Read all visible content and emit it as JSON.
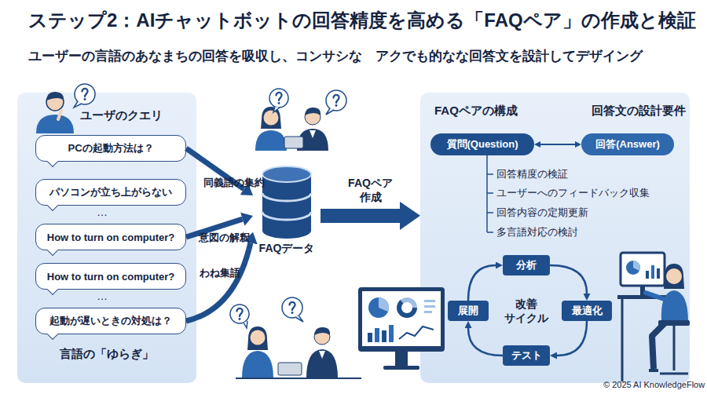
{
  "diagram": {
    "title": "ステップ2：AIチャットボットの回答精度を高める「FAQペア」の作成と検証",
    "nodes": [
      {
        "text": [
          "ユーザのクエリ",
          "言語の「ゆらぎ」"
        ]
      },
      {
        "text": [
          "PCの起動方法は？"
        ],
        "in": 0
      },
      {
        "text": [
          "パソコンが立ち上がらない"
        ],
        "in": 0
      },
      {
        "text": [
          "How to turn on computer?"
        ],
        "in": 0
      },
      {
        "text": [
          "How to turn on computer?"
        ],
        "in": 0
      },
      {
        "text": [
          "起動が遅いときの対処は？"
        ],
        "in": 0
      },
      {
        "text": [
          "FAQデータ"
        ]
      },
      {
        "text": [
          "FAQペアの構成",
          "回答文の設計要件"
        ]
      },
      {
        "text": [
          "質問(Question)"
        ],
        "in": 7
      },
      {
        "text": [
          "回答(Answer)"
        ],
        "in": 7
      },
      {
        "text": [
          "分析"
        ],
        "in": 7
      },
      {
        "text": [
          "最適化"
        ],
        "in": 7
      },
      {
        "text": [
          "テスト"
        ],
        "in": 7
      },
      {
        "text": [
          "展開"
        ],
        "in": 7
      }
    ],
    "edges": [
      {
        "from": 1,
        "to": 6,
        "arrow": "to",
        "label": "同義語の集約"
      },
      {
        "from": 3,
        "to": 6,
        "arrow": "to",
        "label": "意図の解釈"
      },
      {
        "from": 5,
        "to": 6,
        "arrow": "to",
        "label": "わね集語"
      },
      {
        "from": 6,
        "to": 7,
        "arrow": "to",
        "label": "FAQペア 作成"
      },
      {
        "from": 8,
        "to": 9,
        "arrow": "both"
      },
      {
        "from": 10,
        "to": 11,
        "arrow": "to"
      },
      {
        "from": 11,
        "to": 12,
        "arrow": "to"
      },
      {
        "from": 12,
        "to": 13,
        "arrow": "to"
      },
      {
        "from": 13,
        "to": 10,
        "arrow": "to"
      }
    ],
    "labels": [
      "ユーザーの言語のあなまちの回答を吸収し、コンサシな　アクでも的なな回答文を設計してデザイング",
      "…",
      "…",
      "回答精度の検証",
      "ユーザーへのフィードバック収集",
      "回答内容の定期更新",
      "多言語対応の検討",
      "改善 サイクル",
      "© 2025 AI KnowledgeFlow"
    ]
  }
}
